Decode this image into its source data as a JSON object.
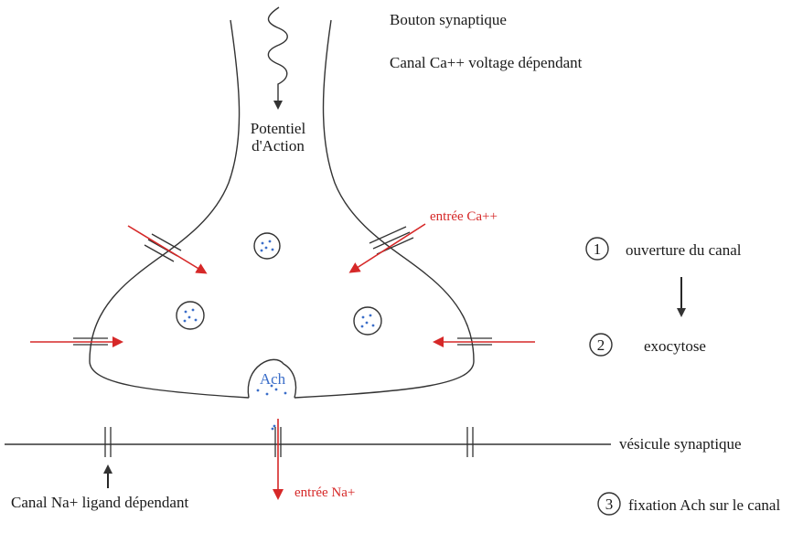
{
  "labels": {
    "bouton": "Bouton synaptique",
    "canal_ca": "Canal Ca++ voltage dépendant",
    "potentiel_1": "Potentiel",
    "potentiel_2": "d'Action",
    "entree_ca": "entrée Ca++",
    "ach": "Ach",
    "vesicule": "vésicule synaptique",
    "canal_na": "Canal Na+ ligand dépendant",
    "entree_na": "entrée Na+"
  },
  "steps": [
    {
      "number": "1",
      "text": "ouverture du canal"
    },
    {
      "number": "2",
      "text": "exocytose"
    },
    {
      "number": "3",
      "text": "fixation Ach sur le canal"
    }
  ],
  "colors": {
    "ink": "#333333",
    "calcium_red": "#d62828",
    "vesicle_blue": "#3b6ec9"
  }
}
